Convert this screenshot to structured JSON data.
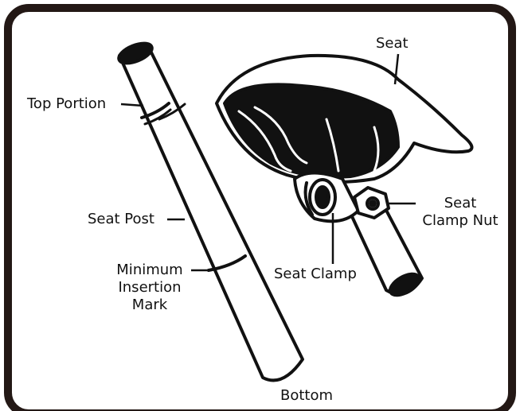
{
  "labels": {
    "seat": "Seat",
    "top_portion": "Top Portion",
    "seat_post": "Seat Post",
    "minimum_insertion_mark": [
      "Minimum",
      "Insertion",
      "Mark"
    ],
    "seat_clamp_nut": [
      "Seat",
      "Clamp Nut"
    ],
    "seat_clamp": "Seat Clamp",
    "bottom": "Bottom"
  },
  "colors": {
    "frame": "#231815",
    "ink": "#111111",
    "background": "#ffffff"
  }
}
